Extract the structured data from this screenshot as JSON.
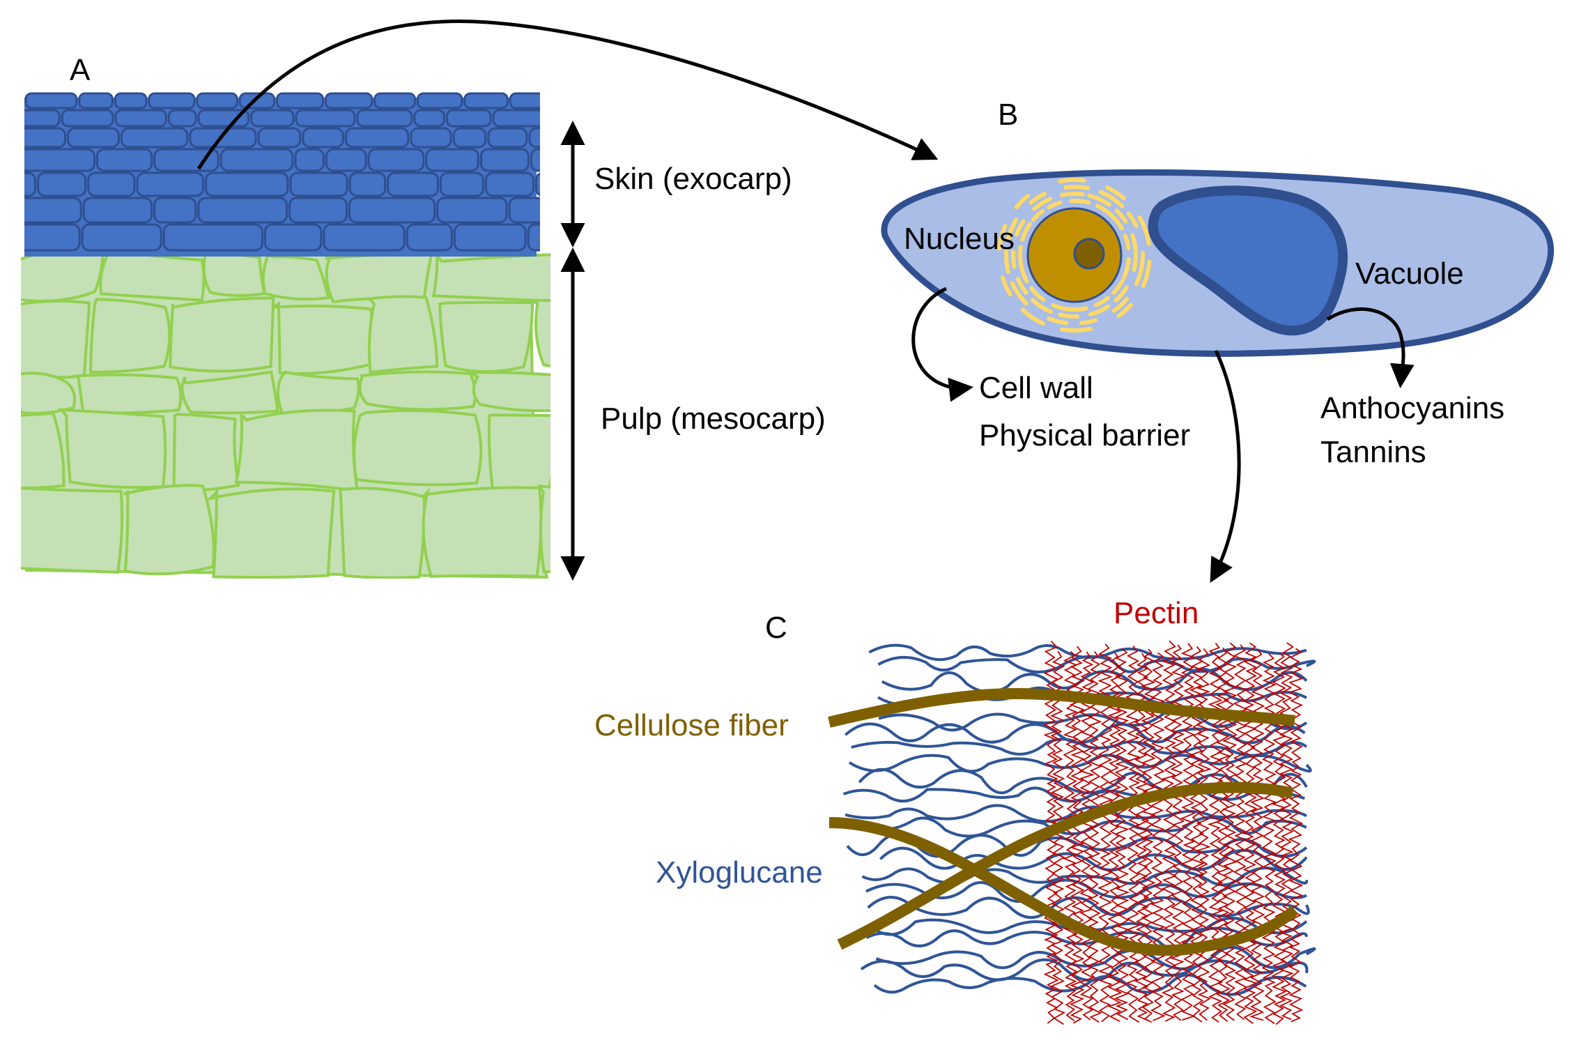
{
  "panels": {
    "a": "A",
    "b": "B",
    "c": "C"
  },
  "tissue": {
    "skin_label": "Skin (exocarp)",
    "pulp_label": "Pulp (mesocarp)"
  },
  "cell": {
    "nucleus_label": "Nucleus",
    "vacuole_label": "Vacuole",
    "cell_wall_label": "Cell wall",
    "barrier_label": "Physical barrier",
    "anthocyanins_label": "Anthocyanins",
    "tannins_label": "Tannins"
  },
  "wall": {
    "pectin_label": "Pectin",
    "cellulose_label": "Cellulose fiber",
    "xyloglucane_label": "Xyloglucane"
  },
  "colors": {
    "skin": "#4472c4",
    "skin_stroke": "#2f4f8f",
    "pulp": "#c5e0b4",
    "pulp_stroke": "#92d050",
    "cell_fill": "#a9bde6",
    "cell_stroke": "#2f4f8f",
    "vacuole": "#4472c4",
    "nucleus": "#bf8f00",
    "nucleolus": "#7f6000",
    "er": "#ffd966",
    "cellulose": "#7f6000",
    "xyloglucane": "#2f5597",
    "pectin": "#c00000"
  }
}
